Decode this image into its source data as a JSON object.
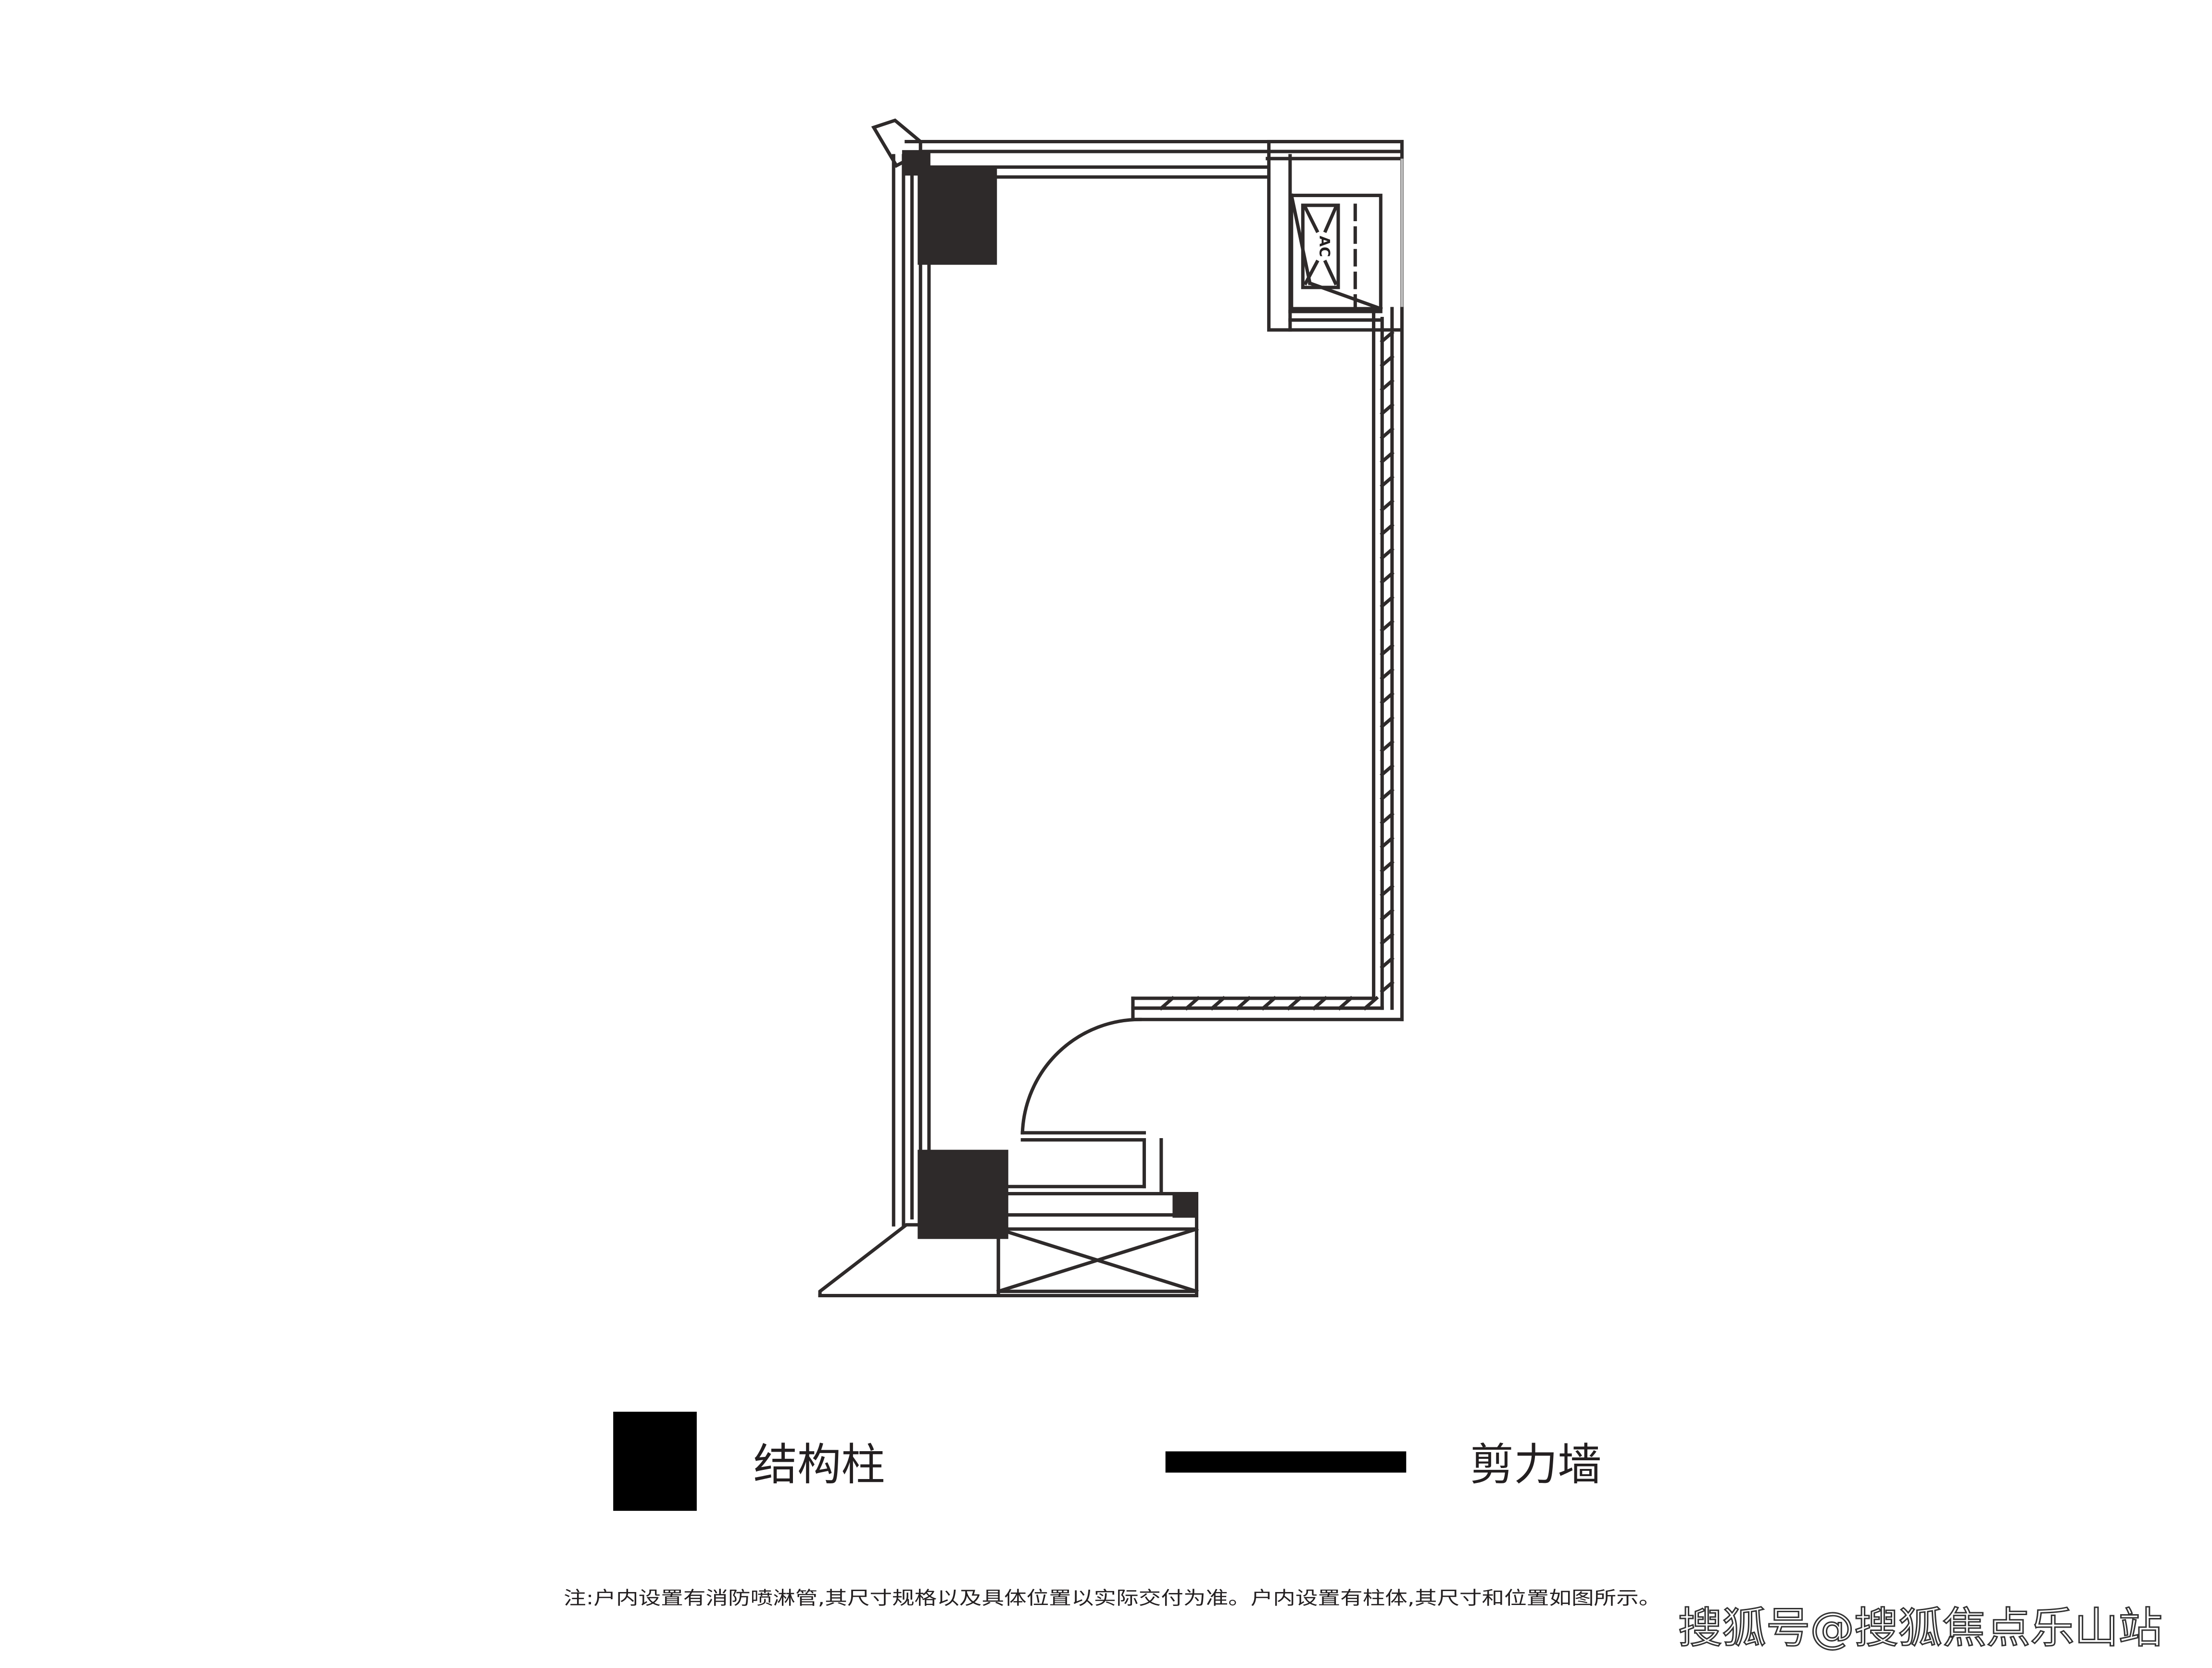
{
  "plan": {
    "ac_label": "AC",
    "colors": {
      "ink": "#2e2a2a",
      "legend": "#000000"
    }
  },
  "legend": {
    "column_label": "结构柱",
    "shear_wall_label": "剪力墙"
  },
  "note": "注:户内设置有消防喷淋管,其尺寸规格以及具体位置以实际交付为准。户内设置有柱体,其尺寸和位置如图所示。",
  "watermark": "搜狐号@搜狐焦点乐山站"
}
